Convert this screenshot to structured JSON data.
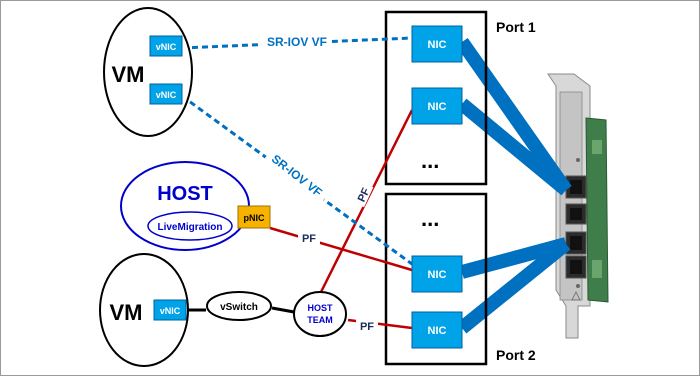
{
  "ports": {
    "port1_label": "Port 1",
    "port2_label": "Port 2",
    "top_dots": "...",
    "bottom_dots": "..."
  },
  "nics": {
    "nic_label": "NIC"
  },
  "vm_top": {
    "label": "VM",
    "vnic1": "vNIC",
    "vnic2": "vNIC"
  },
  "vm_bottom": {
    "label": "VM",
    "vnic": "vNIC"
  },
  "host": {
    "label": "HOST",
    "live_migration": "LiveMigration",
    "pnic": "pNIC"
  },
  "vswitch": {
    "label": "vSwitch"
  },
  "host_team": {
    "line1": "HOST",
    "line2": "TEAM"
  },
  "links": {
    "sriov_label": "SR-IOV VF",
    "pf_label": "PF"
  },
  "colors": {
    "blue": "#0070c0",
    "dark_red": "#c00000",
    "cyan_box": "#00a2e8",
    "pnic_fill": "#f5b300",
    "host_blue": "#0000cc",
    "dark_navy": "#1f2d5a"
  }
}
